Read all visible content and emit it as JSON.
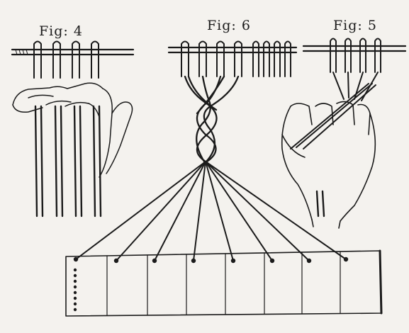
{
  "figures": {
    "fig4": {
      "label": "Fig: 4"
    },
    "fig6": {
      "label": "Fig: 6"
    },
    "fig5": {
      "label": "Fig: 5"
    }
  },
  "board": {
    "dots": 8,
    "cells": 8,
    "rows": 8
  },
  "colors": {
    "paper": "#f4f2ee",
    "ink": "#1b1b1b"
  }
}
